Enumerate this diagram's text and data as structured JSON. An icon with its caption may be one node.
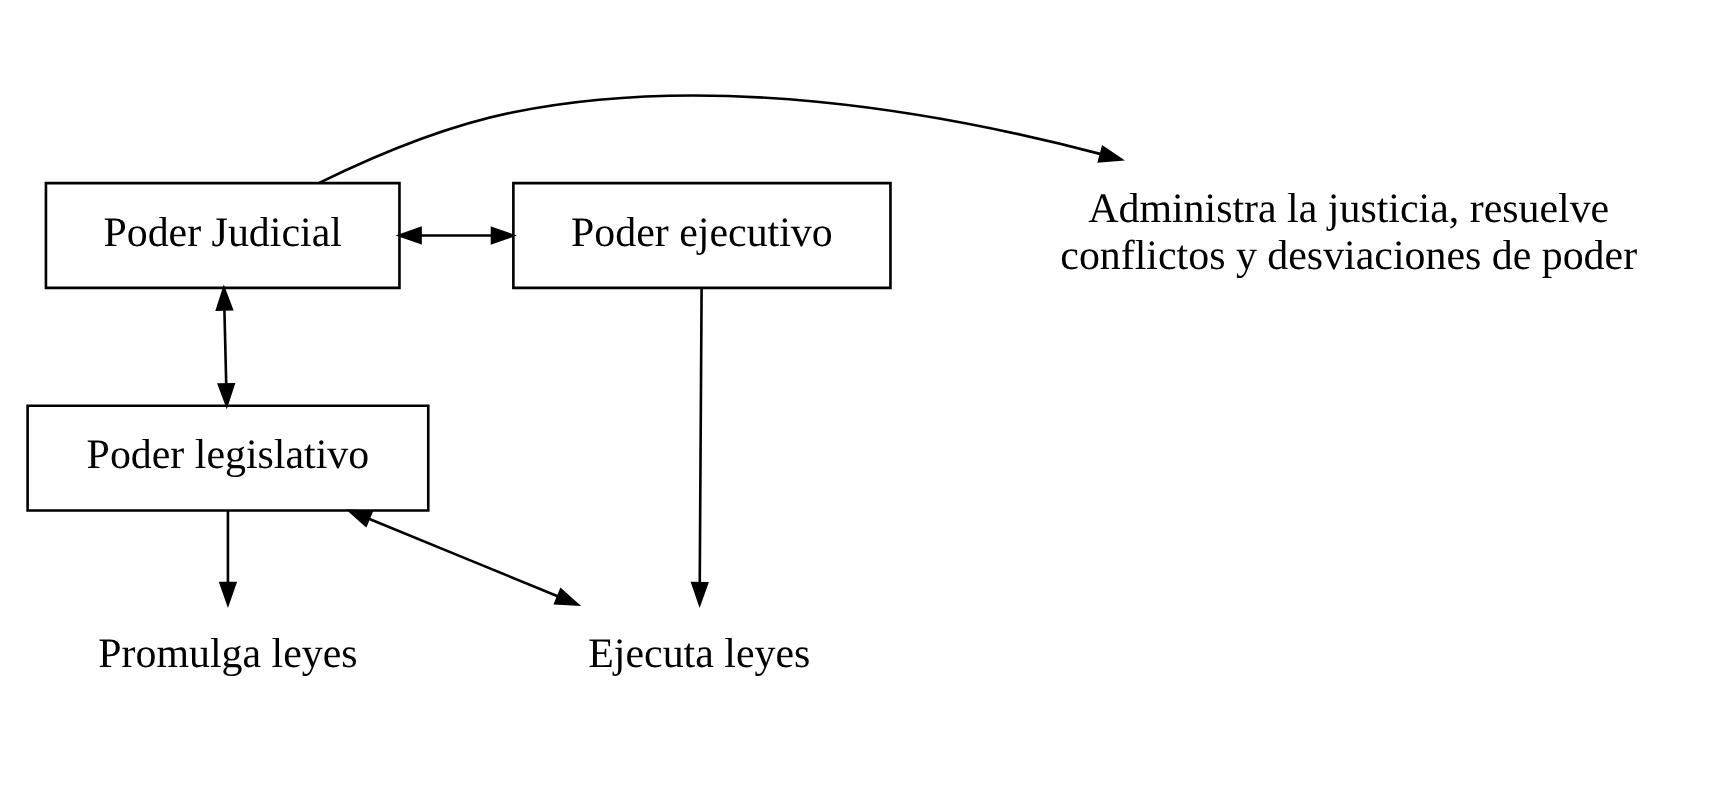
{
  "diagram": {
    "nodes": [
      {
        "text": [
          "Poder legislativo"
        ]
      },
      {
        "text": [
          "Promulga leyes"
        ]
      },
      {
        "text": [
          "Poder Judicial"
        ]
      },
      {
        "text": [
          "Administra la justicia, resuelve conflictos y desviaciones de poder"
        ]
      },
      {
        "text": [
          "Ejecuta leyes"
        ]
      },
      {
        "text": [
          "Poder ejecutivo"
        ]
      }
    ],
    "edges": [
      {
        "from": 0,
        "to": 1,
        "arrow": "to"
      },
      {
        "from": 2,
        "to": 0,
        "arrow": "both"
      },
      {
        "from": 0,
        "to": 4,
        "arrow": "both"
      },
      {
        "from": 5,
        "to": 4,
        "arrow": "to"
      },
      {
        "from": 2,
        "to": 3,
        "arrow": "to"
      },
      {
        "from": 2,
        "to": 5,
        "arrow": "both"
      }
    ]
  }
}
